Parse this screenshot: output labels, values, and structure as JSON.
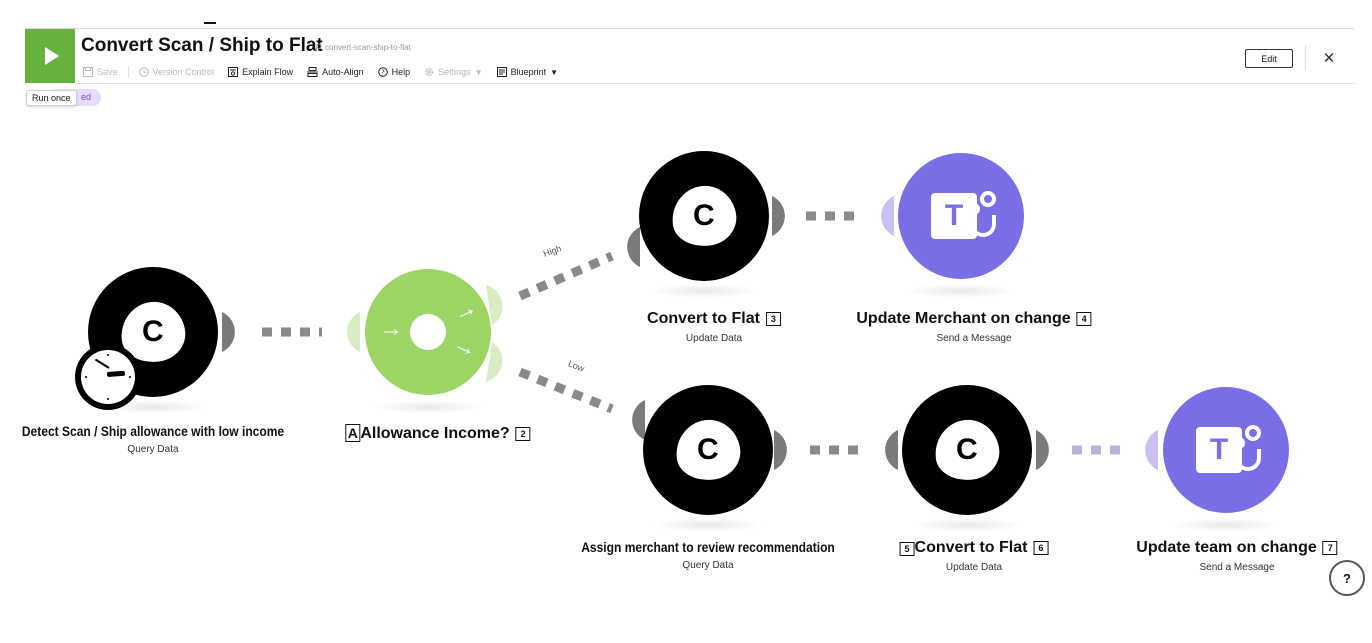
{
  "header": {
    "title": "Convert Scan / Ship to Flat",
    "slug": "convert-scan-ship-to-flat",
    "run_tooltip": "Run once",
    "status": "ed",
    "edit_label": "Edit",
    "close_glyph": "✕",
    "toolbar": [
      {
        "label": "Save",
        "icon": "save-icon",
        "disabled": true
      },
      {
        "label": "Version Control",
        "icon": "history-icon",
        "disabled": true
      },
      {
        "label": "Explain Flow",
        "icon": "explain-icon",
        "disabled": false
      },
      {
        "label": "Auto-Align",
        "icon": "align-icon",
        "disabled": false
      },
      {
        "label": "Help",
        "icon": "help-icon",
        "disabled": false
      },
      {
        "label": "Settings",
        "icon": "gear-icon",
        "disabled": true
      },
      {
        "label": "Blueprint",
        "icon": "blueprint-icon",
        "disabled": false
      }
    ]
  },
  "colors": {
    "run_green": "#67b23f",
    "router_green": "#9dd466",
    "teams_purple": "#7a6ee6",
    "link_gray": "#8a8a8a"
  },
  "nodes": [
    {
      "id": "n1",
      "title": "Detect Scan / Ship allowance with low income",
      "subtitle": "Query Data",
      "index": "",
      "type": "app"
    },
    {
      "id": "n2",
      "title": "Allowance Income?",
      "title_prefix": "A",
      "subtitle": "",
      "index": "2",
      "type": "router"
    },
    {
      "id": "n3",
      "title": "Convert to Flat",
      "subtitle": "Update Data",
      "index": "3",
      "type": "app"
    },
    {
      "id": "n4",
      "title": "Update Merchant on change",
      "subtitle": "Send a Message",
      "index": "4",
      "type": "teams"
    },
    {
      "id": "n5",
      "title": "Assign merchant to review recommendation",
      "subtitle": "Query Data",
      "index": "",
      "type": "app"
    },
    {
      "id": "n6",
      "title": "Convert to Flat",
      "title_prefix": "5",
      "subtitle": "Update Data",
      "index": "6",
      "type": "app"
    },
    {
      "id": "n7",
      "title": "Update team on change",
      "subtitle": "Send a Message",
      "index": "7",
      "type": "teams"
    }
  ],
  "routes": {
    "high": "High",
    "low": "Low"
  },
  "app_letter": "C",
  "teams_letter": "T",
  "help_glyph": "?"
}
